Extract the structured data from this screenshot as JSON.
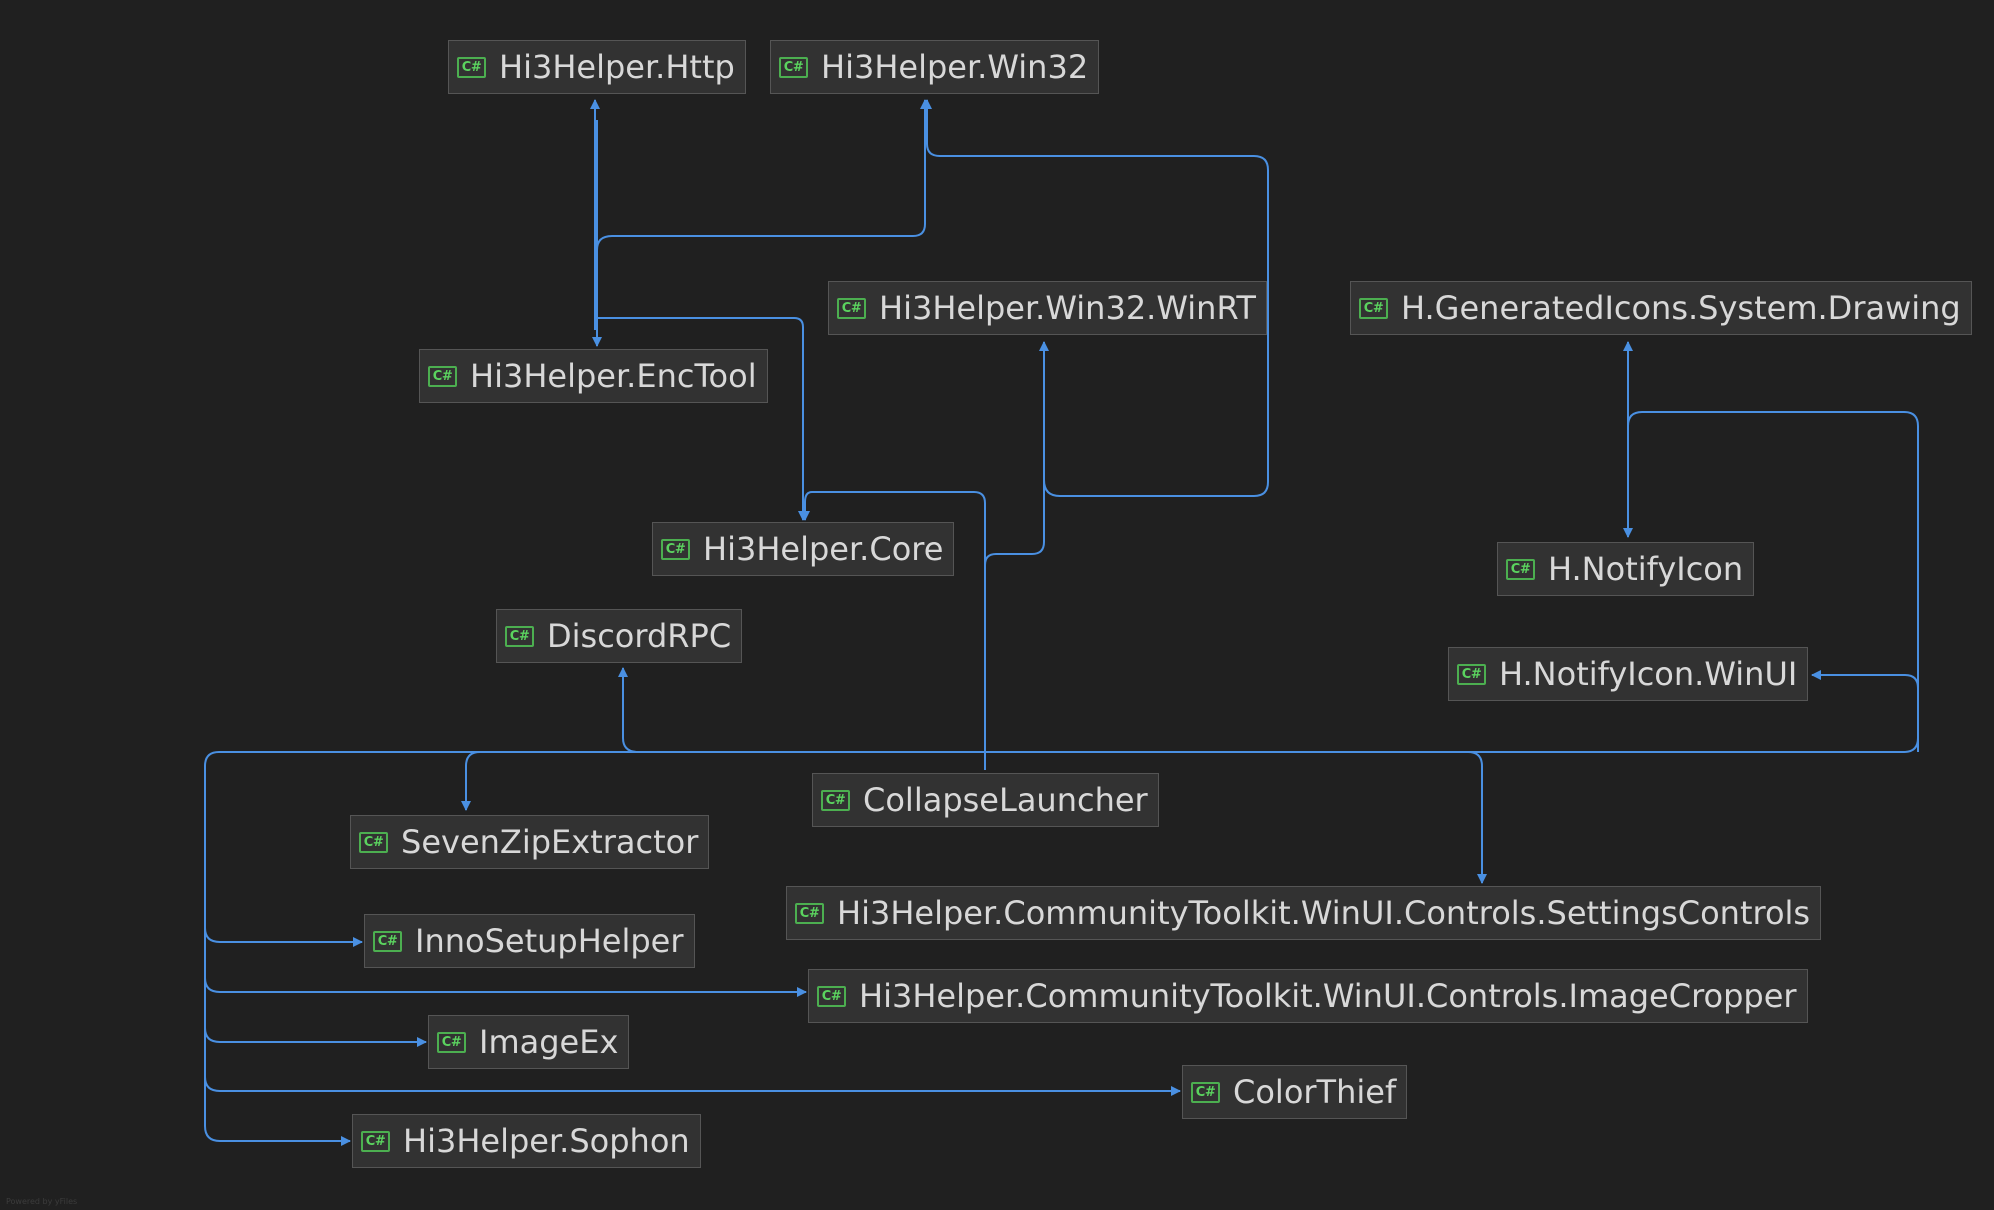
{
  "diagram": {
    "icon_name": "csharp-project-icon",
    "icon_text": "C#",
    "colors": {
      "background": "#202020",
      "node_fill": "#323232",
      "node_border": "#555555",
      "edge": "#4a90e2",
      "icon": "#4caf50"
    },
    "nodes": {
      "http": "Hi3Helper.Http",
      "win32": "Hi3Helper.Win32",
      "win32_winrt": "Hi3Helper.Win32.WinRT",
      "generated_icons": "H.GeneratedIcons.System.Drawing",
      "enctool": "Hi3Helper.EncTool",
      "core": "Hi3Helper.Core",
      "notifyicon": "H.NotifyIcon",
      "discordrpc": "DiscordRPC",
      "notifyicon_winui": "H.NotifyIcon.WinUI",
      "collapselauncher": "CollapseLauncher",
      "sevenzip": "SevenZipExtractor",
      "settingscontrols": "Hi3Helper.CommunityToolkit.WinUI.Controls.SettingsControls",
      "innosetup": "InnoSetupHelper",
      "imagecropper": "Hi3Helper.CommunityToolkit.WinUI.Controls.ImageCropper",
      "imageex": "ImageEx",
      "colorthief": "ColorThief",
      "sophon": "Hi3Helper.Sophon"
    },
    "footer": "Powered by yFiles"
  }
}
